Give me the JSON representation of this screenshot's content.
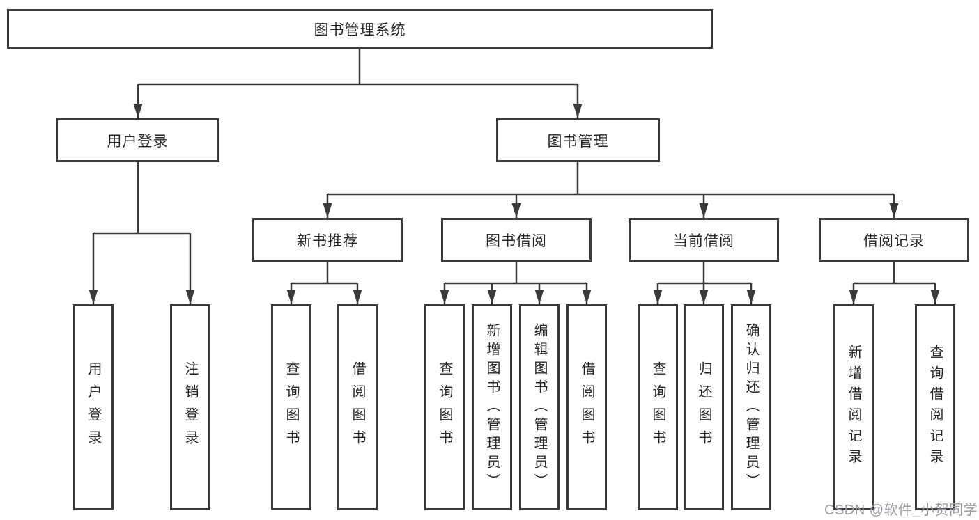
{
  "tree": {
    "label": "图书管理系统",
    "children": [
      {
        "label": "用户登录",
        "children": [
          {
            "label": "用户登录"
          },
          {
            "label": "注销登录"
          }
        ]
      },
      {
        "label": "图书管理",
        "children": [
          {
            "label": "新书推荐",
            "children": [
              {
                "label": "查询图书"
              },
              {
                "label": "借阅图书"
              }
            ]
          },
          {
            "label": "图书借阅",
            "children": [
              {
                "label": "查询图书"
              },
              {
                "label": "新增图书（管理员）"
              },
              {
                "label": "编辑图书（管理员）"
              },
              {
                "label": "借阅图书"
              }
            ]
          },
          {
            "label": "当前借阅",
            "children": [
              {
                "label": "查询图书"
              },
              {
                "label": "归还图书"
              },
              {
                "label": "确认归还（管理员）"
              }
            ]
          },
          {
            "label": "借阅记录",
            "children": [
              {
                "label": "新增借阅记录"
              },
              {
                "label": "查询借阅记录"
              }
            ]
          }
        ]
      }
    ]
  },
  "watermark": {
    "text": "CSDN @软件_小贺同学"
  },
  "colors": {
    "line": "#3a3a3a",
    "box_border": "#3a3a3a",
    "text": "#262626",
    "background": "#ffffff",
    "watermark": "#9a9aa2"
  }
}
